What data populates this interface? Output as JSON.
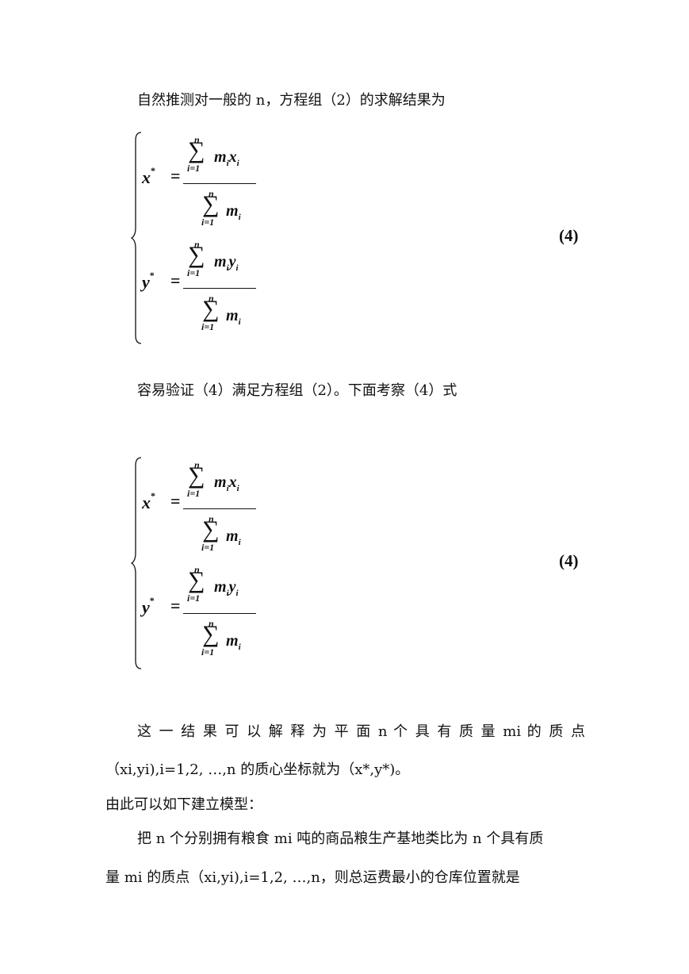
{
  "text": {
    "p1": "自然推测对一般的 n，方程组（2）的求解结果为",
    "p2": "容易验证（4）满足方程组（2）。下面考察（4）式",
    "p3_line1": "这 一 结 果 可 以 解 释 为 平 面 n 个 具 有 质 量 mi 的 质 点",
    "p3_line2": "（xi,yi),i=1,2, …,n 的质心坐标就为（x*,y*)。",
    "p4": "由此可以如下建立模型：",
    "p5_line1": "把 n 个分别拥有粮食 mi 吨的商品粮生产基地类比为 n 个具有质",
    "p5_line2": "量 mi 的质点（xi,yi),i=1,2, …,n，则总运费最小的仓库位置就是"
  },
  "equation": {
    "number": "(4)",
    "x_lhs": "x",
    "y_lhs": "y",
    "star": "*",
    "equals": "=",
    "sum_top": "n",
    "sum_sym": "∑",
    "sum_bottom": "i=1",
    "x_num": "mixi",
    "y_num": "miyi",
    "den": "mi"
  }
}
